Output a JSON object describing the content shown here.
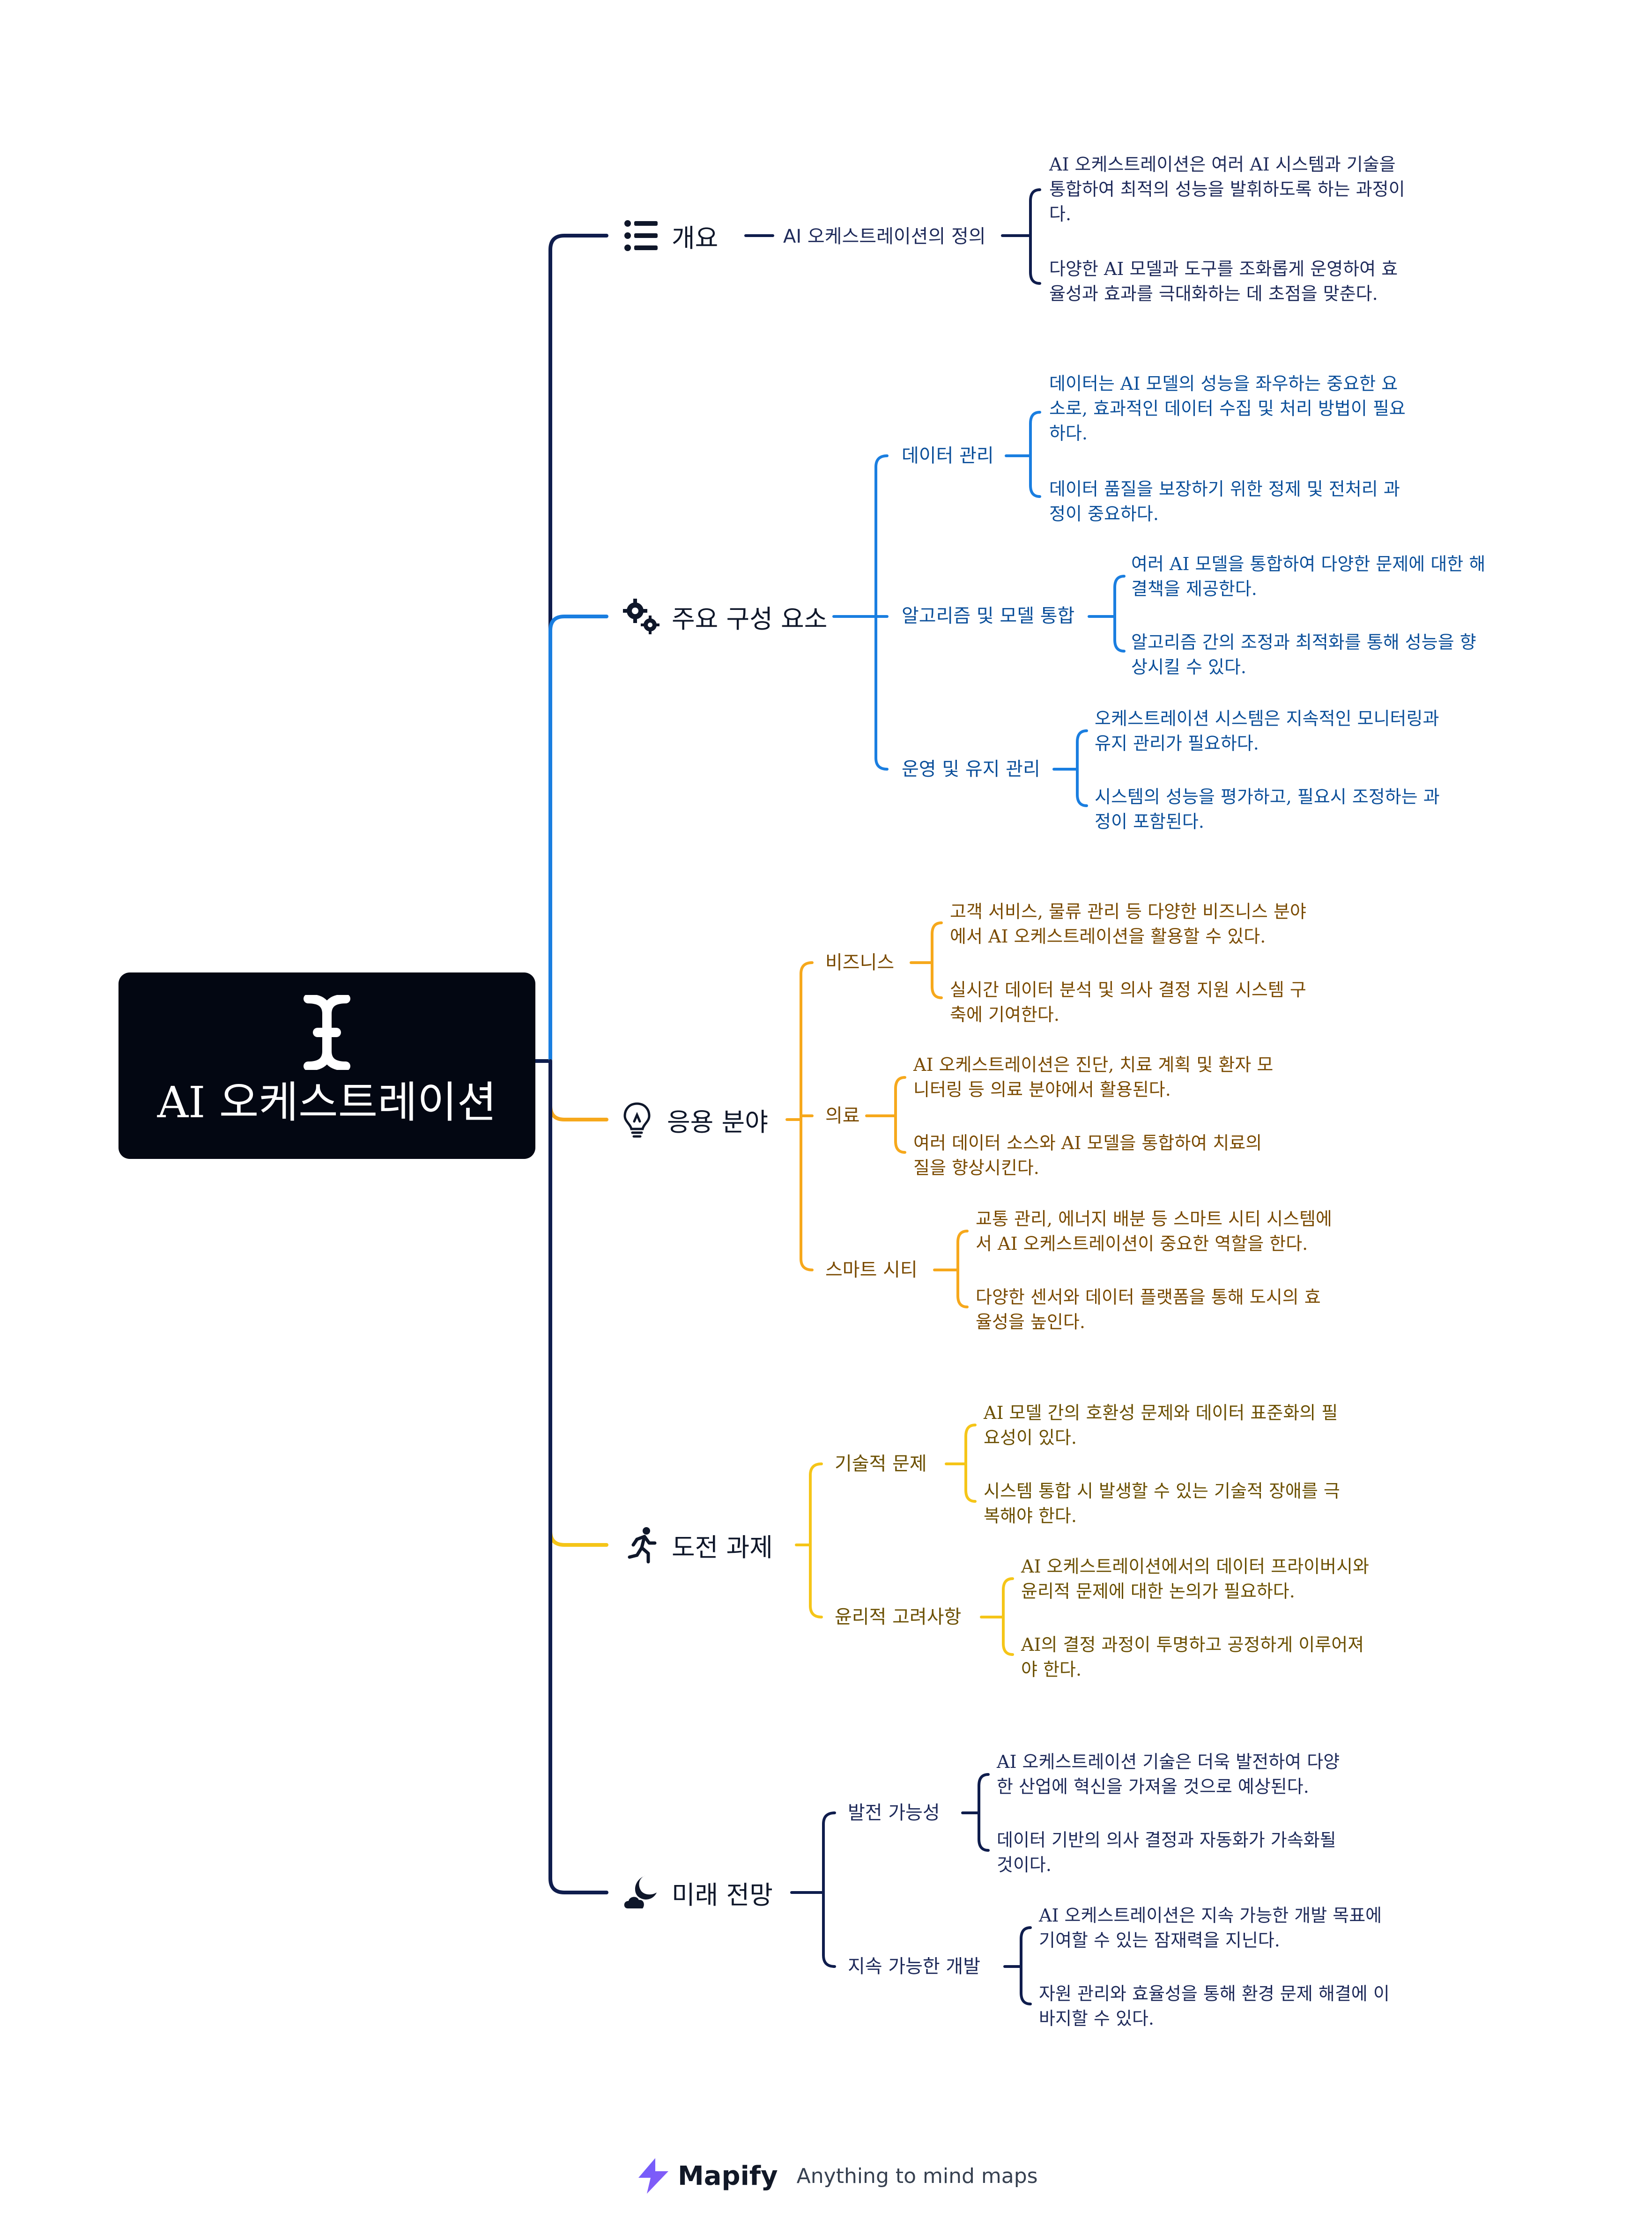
{
  "root": {
    "title": "AI 오케스트레이션",
    "icon": "text-cursor-icon"
  },
  "colors": {
    "branch1": "#0f1d4d",
    "branch2": "#1a7ee0",
    "branch3": "#f6a81c",
    "branch4": "#f5c518",
    "branch5": "#0f1d4d",
    "root_bg": "#030712"
  },
  "branches": [
    {
      "label": "개요",
      "icon": "list-icon",
      "subs": [
        {
          "label": "AI 오케스트레이션의 정의",
          "leaves": [
            "AI 오케스트레이션은 여러 AI 시스템과 기술을\n통합하여 최적의 성능을 발휘하도록 하는 과정이\n다.",
            "다양한 AI 모델과 도구를 조화롭게 운영하여 효\n율성과 효과를 극대화하는 데 초점을 맞춘다."
          ]
        }
      ]
    },
    {
      "label": "주요 구성 요소",
      "icon": "gears-icon",
      "subs": [
        {
          "label": "데이터 관리",
          "leaves": [
            "데이터는 AI 모델의 성능을 좌우하는 중요한 요\n소로, 효과적인 데이터 수집 및 처리 방법이 필요\n하다.",
            "데이터 품질을 보장하기 위한 정제 및 전처리 과\n정이 중요하다."
          ]
        },
        {
          "label": "알고리즘 및 모델 통합",
          "leaves": [
            "여러 AI 모델을 통합하여 다양한 문제에 대한 해\n결책을 제공한다.",
            "알고리즘 간의 조정과 최적화를 통해 성능을 향\n상시킬 수 있다."
          ]
        },
        {
          "label": "운영 및 유지 관리",
          "leaves": [
            "오케스트레이션 시스템은 지속적인 모니터링과\n유지 관리가 필요하다.",
            "시스템의 성능을 평가하고, 필요시 조정하는 과\n정이 포함된다."
          ]
        }
      ]
    },
    {
      "label": "응용 분야",
      "icon": "lightbulb-icon",
      "subs": [
        {
          "label": "비즈니스",
          "leaves": [
            "고객 서비스, 물류 관리 등 다양한 비즈니스 분야\n에서 AI 오케스트레이션을 활용할 수 있다.",
            "실시간 데이터 분석 및 의사 결정 지원 시스템 구\n축에 기여한다."
          ]
        },
        {
          "label": "의료",
          "leaves": [
            "AI 오케스트레이션은 진단, 치료 계획 및 환자 모\n니터링 등 의료 분야에서 활용된다.",
            "여러 데이터 소스와 AI 모델을 통합하여 치료의\n질을 향상시킨다."
          ]
        },
        {
          "label": "스마트 시티",
          "leaves": [
            "교통 관리, 에너지 배분 등 스마트 시티 시스템에\n서 AI 오케스트레이션이 중요한 역할을 한다.",
            "다양한 센서와 데이터 플랫폼을 통해 도시의 효\n율성을 높인다."
          ]
        }
      ]
    },
    {
      "label": "도전 과제",
      "icon": "running-person-icon",
      "subs": [
        {
          "label": "기술적 문제",
          "leaves": [
            "AI 모델 간의 호환성 문제와 데이터 표준화의 필\n요성이 있다.",
            "시스템 통합 시 발생할 수 있는 기술적 장애를 극\n복해야 한다."
          ]
        },
        {
          "label": "윤리적 고려사항",
          "leaves": [
            "AI 오케스트레이션에서의 데이터 프라이버시와\n윤리적 문제에 대한 논의가 필요하다.",
            "AI의 결정 과정이 투명하고 공정하게 이루어져\n야 한다."
          ]
        }
      ]
    },
    {
      "label": "미래 전망",
      "icon": "moon-cloud-icon",
      "subs": [
        {
          "label": "발전 가능성",
          "leaves": [
            "AI 오케스트레이션 기술은 더욱 발전하여 다양\n한 산업에 혁신을 가져올 것으로 예상된다.",
            "데이터 기반의 의사 결정과 자동화가 가속화될\n것이다."
          ]
        },
        {
          "label": "지속 가능한 개발",
          "leaves": [
            "AI 오케스트레이션은 지속 가능한 개발 목표에\n기여할 수 있는 잠재력을 지닌다.",
            "자원 관리와 효율성을 통해 환경 문제 해결에 이\n바지할 수 있다."
          ]
        }
      ]
    }
  ],
  "footer": {
    "brand": "Mapify",
    "tagline": "Anything to mind maps",
    "logo_icon": "lightning-logo-icon"
  }
}
